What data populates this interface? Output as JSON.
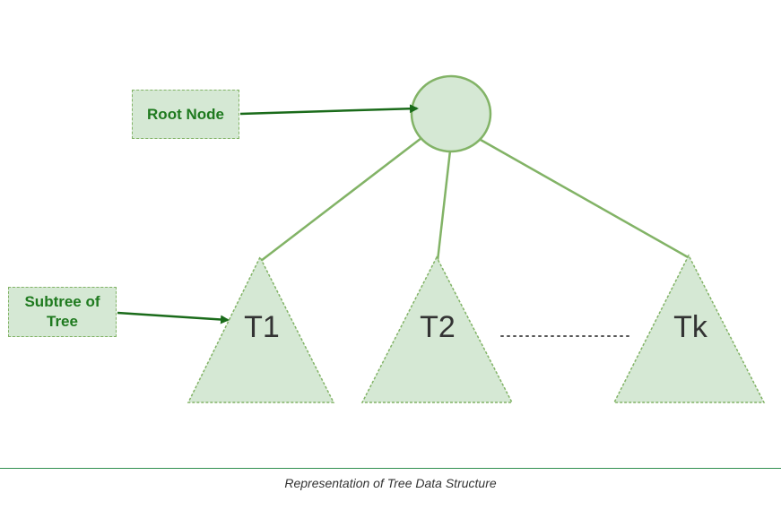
{
  "diagram": {
    "root_callout": "Root Node",
    "subtree_callout_line1": "Subtree of",
    "subtree_callout_line2": "Tree",
    "subtrees": [
      {
        "label": "T1"
      },
      {
        "label": "T2"
      },
      {
        "label": "Tk"
      }
    ],
    "ellipsis": "…………"
  },
  "caption": "Representation of Tree Data Structure",
  "colors": {
    "fill": "#d5e8d4",
    "stroke": "#82b366",
    "text_green": "#1f7a1f",
    "arrow": "#1a6b1a",
    "divider": "#2f8f4f"
  }
}
